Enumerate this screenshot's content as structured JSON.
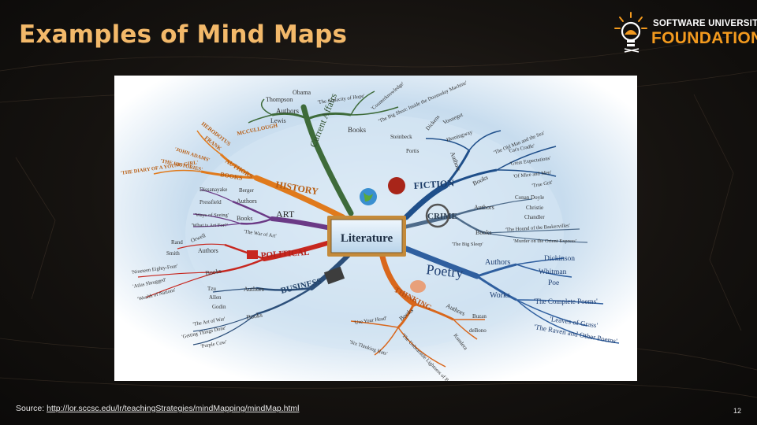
{
  "slide": {
    "title": "Examples of Mind Maps",
    "page_number": "12"
  },
  "logo": {
    "line1": "SOFTWARE UNIVERSITY",
    "line2": "FOUNDATION",
    "colors": {
      "text": "#ffffff",
      "accent": "#f39a1e"
    }
  },
  "source": {
    "label": "Source:",
    "url": "http://lor.sccsc.edu/lr/teachingStrategies/mindMapping/mindMap.html"
  },
  "mindmap": {
    "center": "Literature",
    "branches": {
      "current_affairs": {
        "label": "Current Affairs",
        "authors_label": "Authors",
        "authors": [
          "Thompson",
          "Obama",
          "Lewis"
        ],
        "books_label": "Books",
        "books": [
          "'The Audacity of Hope'",
          "'Counterknowledge'",
          "'The Big Short: Inside the Doomsday Machine'"
        ]
      },
      "history": {
        "label": "HISTORY",
        "authors_label": "AUTHORS",
        "authors": [
          "HERODOTUS",
          "MCCULLOUGH",
          "FRANK"
        ],
        "books_label": "BOOKS",
        "books": [
          "'JOHN ADAMS'",
          "'THE HISTORIES'",
          "'THE DIARY OF A YOUNG GIRL'"
        ]
      },
      "art": {
        "label": "ART",
        "authors_label": "Authors",
        "authors": [
          "Dissanayake",
          "Berger",
          "Pressfield"
        ],
        "books_label": "Books",
        "books": [
          "'Ways of Seeing'",
          "'What is Art For?'",
          "'The War of Art'"
        ]
      },
      "political": {
        "label": "POLITICAL",
        "authors_label": "Authors",
        "authors": [
          "Rand",
          "Orwell",
          "Smith"
        ],
        "books_label": "Books",
        "books": [
          "'Nineteen Eighty-Four'",
          "'Atlas Shrugged'",
          "'Wealth of Nations'"
        ]
      },
      "business": {
        "label": "BUSINESS",
        "authors_label": "Authors",
        "authors": [
          "Tzu",
          "Allen",
          "Godin"
        ],
        "books_label": "Books",
        "books": [
          "'The Art of War'",
          "'Getting Things Done'",
          "'Purple Cow'"
        ]
      },
      "fiction": {
        "label": "FICTION",
        "authors_label": "Authors",
        "authors": [
          "Dickens",
          "Vonnegut",
          "Hemingway",
          "Steinbeck",
          "Portis"
        ],
        "books_label": "Books",
        "books": [
          "'The Old Man and the Sea'",
          "'Cat's Cradle'",
          "'Great Expectations'",
          "'Of Mice and Men'",
          "'True Grit'"
        ]
      },
      "crime": {
        "label": "CRIME",
        "authors_label": "Authors",
        "authors": [
          "Conan Doyle",
          "Christie",
          "Chandler"
        ],
        "books_label": "Books",
        "books": [
          "'The Hound of the Baskervilles'",
          "'Murder on the Orient Express'",
          "'The Big Sleep'"
        ]
      },
      "poetry": {
        "label": "Poetry",
        "authors_label": "Authors",
        "authors": [
          "Dickinson",
          "Whitman",
          "Poe"
        ],
        "works_label": "Works",
        "works": [
          "'The Complete Poems'",
          "'Leaves of Grass'",
          "'The Raven and Other Poems'"
        ]
      },
      "thinking": {
        "label": "THINKING",
        "authors_label": "Authors",
        "authors": [
          "Buzan",
          "deBono",
          "Kundera"
        ],
        "books_label": "Books",
        "books": [
          "'Use Your Head'",
          "'Six Thinking Hats'",
          "'The Unbearable Lightness of Being'"
        ]
      }
    }
  }
}
